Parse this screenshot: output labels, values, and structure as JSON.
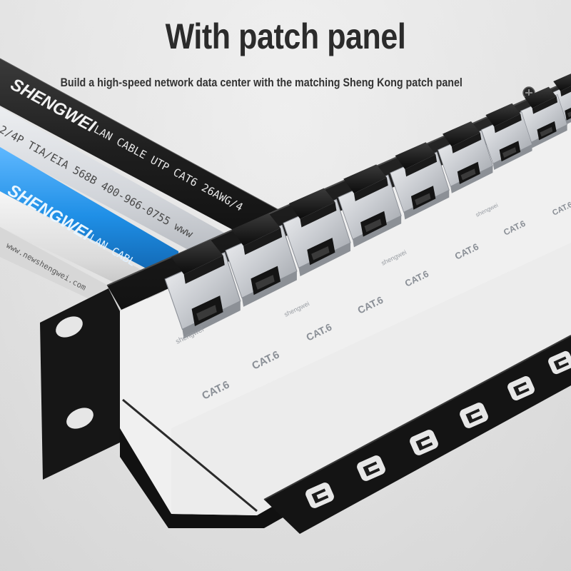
{
  "heading": {
    "title": "With patch panel",
    "subtitle": "Build a high-speed network data center with the matching Sheng Kong patch panel"
  },
  "cables": {
    "black_brand": "SHENGWEI",
    "black_text": "LAN CABLE UTP CAT6 26AWG/4",
    "gray_text": "2/4P TIA/EIA 568B 400-966-0755 www",
    "blue_brand": "SHENGWEI",
    "blue_text": "LAN CABL",
    "white_text": "www.newshengwei.com"
  },
  "jack_label": "CAT.6",
  "jack_brand": "shengwei",
  "colors": {
    "panel": "#1c1c1c",
    "cable_black": "#1f1f1f",
    "cable_blue": "#1f8fe6",
    "cable_gray": "#d4d6da",
    "jack_silver": "#c9ccd1",
    "text_dark": "#2b2b2b"
  },
  "icons": [
    "screw-icon",
    "mounting-hole-icon",
    "cable-tie-slot-icon"
  ]
}
